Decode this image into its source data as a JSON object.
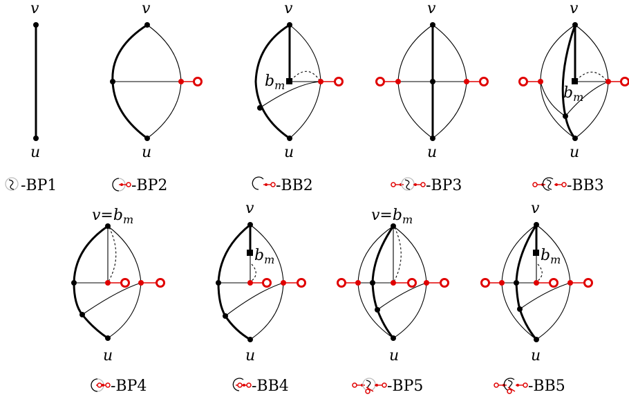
{
  "vertex_labels": {
    "top": "v",
    "bottom": "u",
    "special": "b",
    "special_sub": "m",
    "v_eq": "v="
  },
  "captions": [
    "-BP1",
    "-BP2",
    "-BB2",
    "-BP3",
    "-BB3",
    "-BP4",
    "-BB4",
    "-BP5",
    "-BB5"
  ],
  "colors": {
    "edge": "#000000",
    "attachment": "#e00000",
    "icon_faint": "#bdbdbd"
  }
}
